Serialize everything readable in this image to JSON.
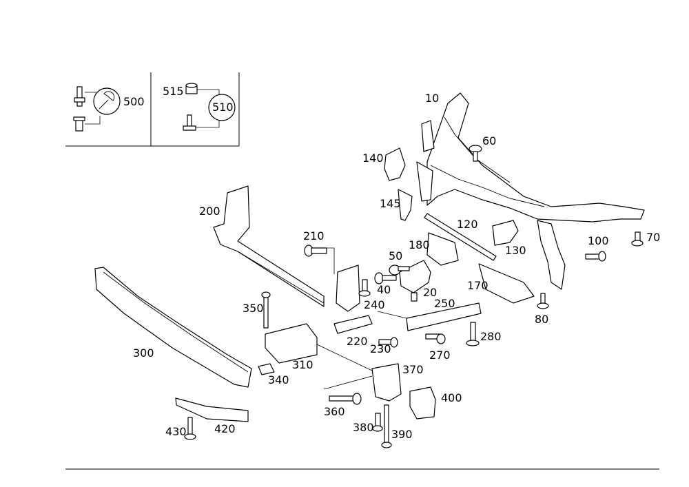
{
  "callouts": {
    "c10": "10",
    "c20": "20",
    "c40": "40",
    "c50": "50",
    "c60": "60",
    "c70": "70",
    "c80": "80",
    "c100": "100",
    "c120": "120",
    "c130": "130",
    "c140": "140",
    "c145": "145",
    "c170": "170",
    "c180": "180",
    "c200": "200",
    "c210": "210",
    "c220": "220",
    "c230": "230",
    "c240": "240",
    "c250": "250",
    "c270": "270",
    "c280": "280",
    "c300": "300",
    "c310": "310",
    "c340": "340",
    "c350": "350",
    "c360": "360",
    "c370": "370",
    "c380": "380",
    "c390": "390",
    "c400": "400",
    "c420": "420",
    "c430": "430",
    "c500": "500",
    "c510": "510",
    "c515": "515"
  },
  "icons": {
    "wrench": "wrench-icon"
  }
}
